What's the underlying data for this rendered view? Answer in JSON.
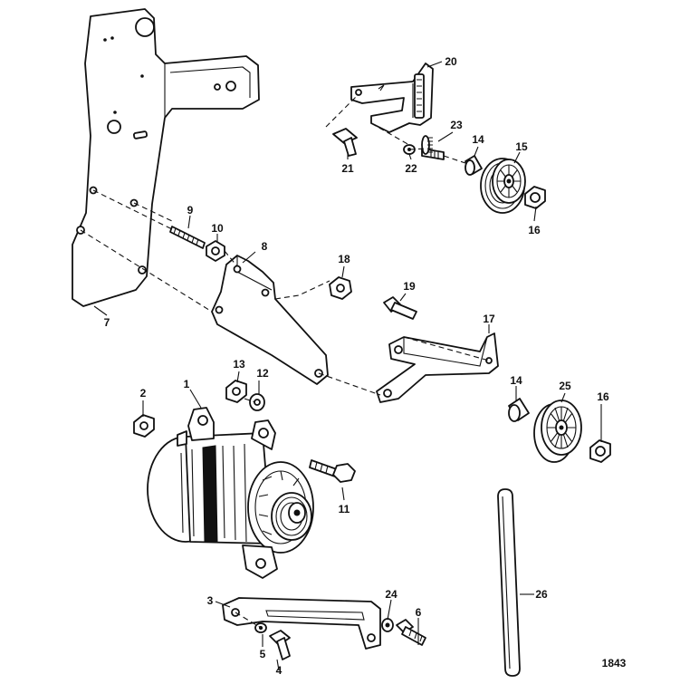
{
  "figure_number": "1843",
  "callouts": [
    {
      "id": "c1",
      "label": "1"
    },
    {
      "id": "c2",
      "label": "2"
    },
    {
      "id": "c3",
      "label": "3"
    },
    {
      "id": "c4",
      "label": "4"
    },
    {
      "id": "c5",
      "label": "5"
    },
    {
      "id": "c6",
      "label": "6"
    },
    {
      "id": "c7",
      "label": "7"
    },
    {
      "id": "c8",
      "label": "8"
    },
    {
      "id": "c9",
      "label": "9"
    },
    {
      "id": "c10",
      "label": "10"
    },
    {
      "id": "c11",
      "label": "11"
    },
    {
      "id": "c12",
      "label": "12"
    },
    {
      "id": "c13",
      "label": "13"
    },
    {
      "id": "c14a",
      "label": "14"
    },
    {
      "id": "c14b",
      "label": "14"
    },
    {
      "id": "c15",
      "label": "15"
    },
    {
      "id": "c16a",
      "label": "16"
    },
    {
      "id": "c16b",
      "label": "16"
    },
    {
      "id": "c17",
      "label": "17"
    },
    {
      "id": "c18",
      "label": "18"
    },
    {
      "id": "c19",
      "label": "19"
    },
    {
      "id": "c20",
      "label": "20"
    },
    {
      "id": "c21",
      "label": "21"
    },
    {
      "id": "c22",
      "label": "22"
    },
    {
      "id": "c23",
      "label": "23"
    },
    {
      "id": "c24",
      "label": "24"
    },
    {
      "id": "c25",
      "label": "25"
    },
    {
      "id": "c26",
      "label": "26"
    }
  ]
}
